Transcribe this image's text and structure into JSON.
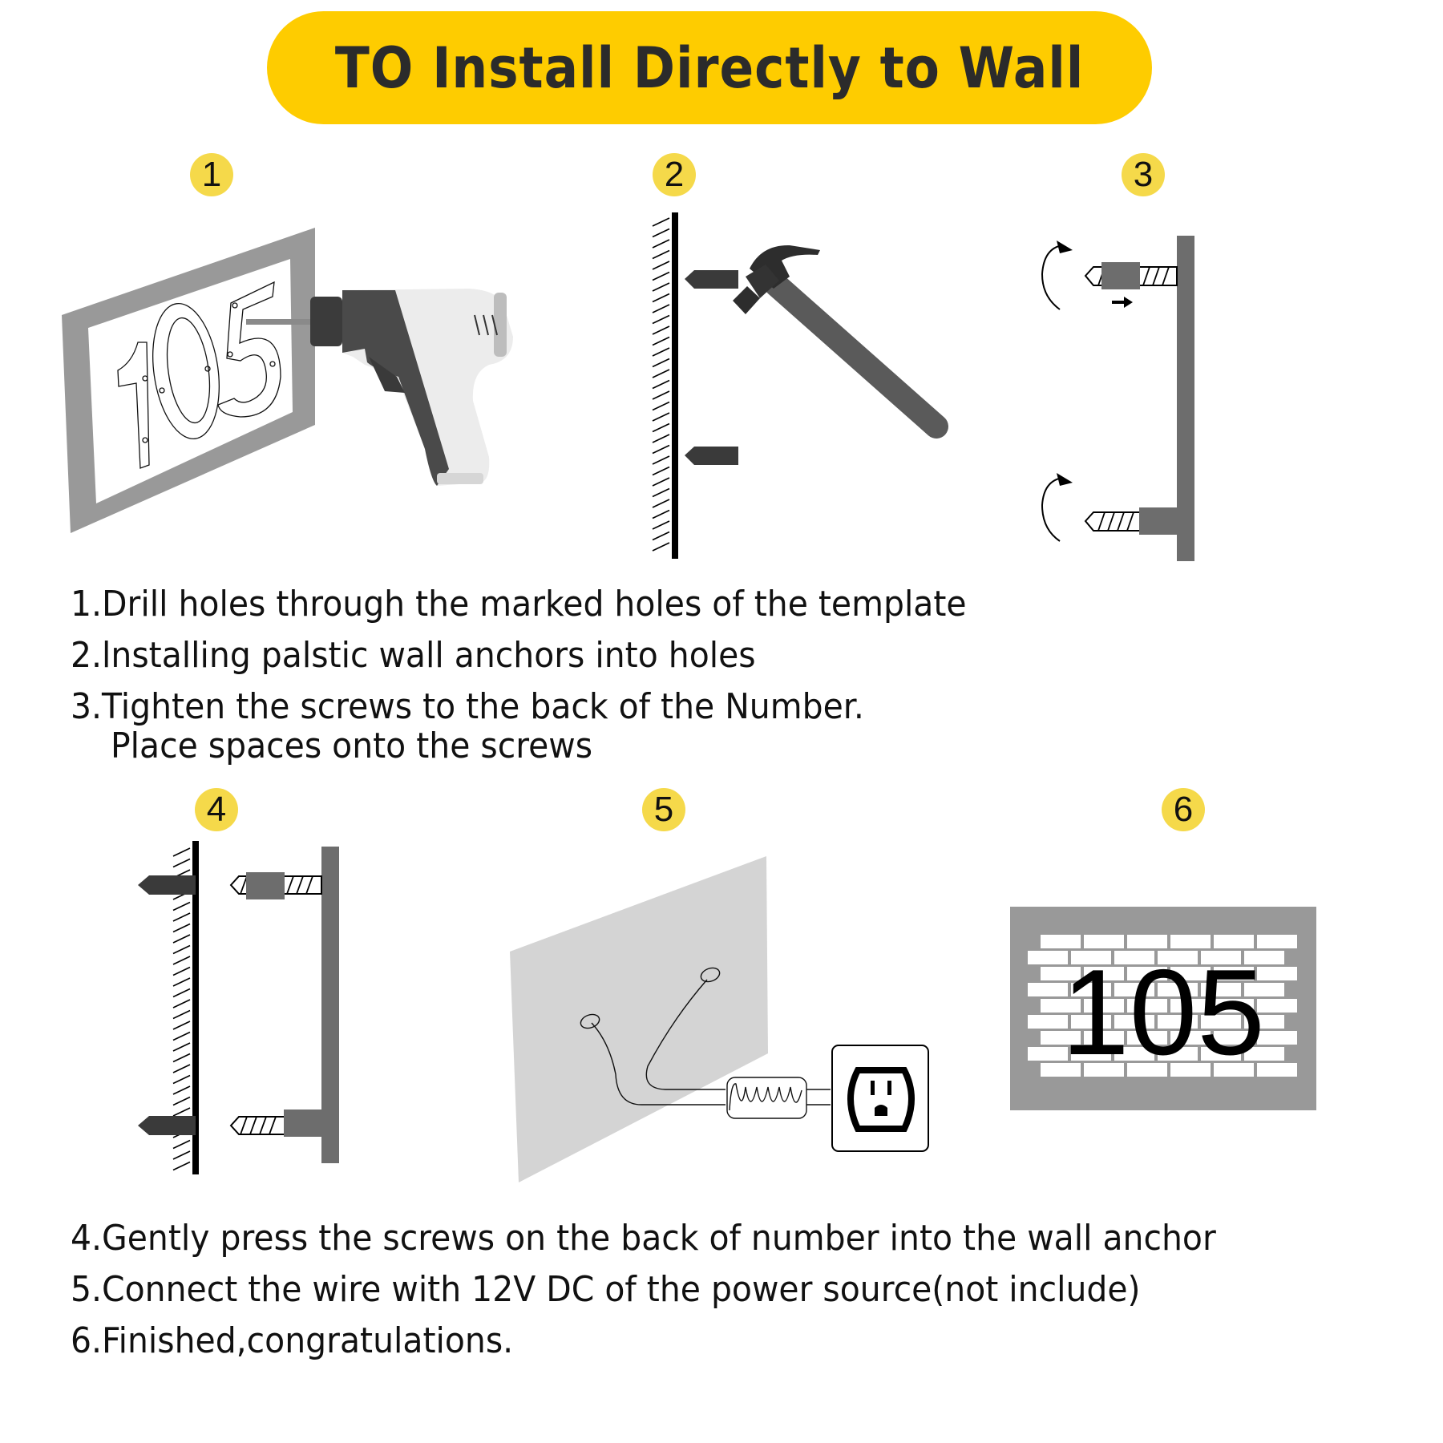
{
  "header": {
    "title": "TO Install Directly to Wall",
    "accent_color": "#fecc00",
    "badge_color": "#f5d94a"
  },
  "steps": [
    {
      "number": "1",
      "illustration": "drill-template-icon",
      "instruction": "1.Drill holes through the marked holes of the template"
    },
    {
      "number": "2",
      "illustration": "hammer-anchor-icon",
      "instruction": "2.lnstalling palstic wall anchors into holes"
    },
    {
      "number": "3",
      "illustration": "screw-spacer-icon",
      "instruction": "3.Tighten the screws to the back of the Number.",
      "instruction_continued": "Place spaces onto the screws"
    },
    {
      "number": "4",
      "illustration": "press-into-anchor-icon",
      "instruction": "4.Gently press the screws on the back of number into the wall anchor"
    },
    {
      "number": "5",
      "illustration": "power-outlet-icon",
      "instruction": "5.Connect the wire with 12V DC of the power source(not include)"
    },
    {
      "number": "6",
      "illustration": "finished-sign-icon",
      "instruction": "6.Finished,congratulations."
    }
  ],
  "illustrations": {
    "template_number": "105",
    "finished_number": "105"
  }
}
